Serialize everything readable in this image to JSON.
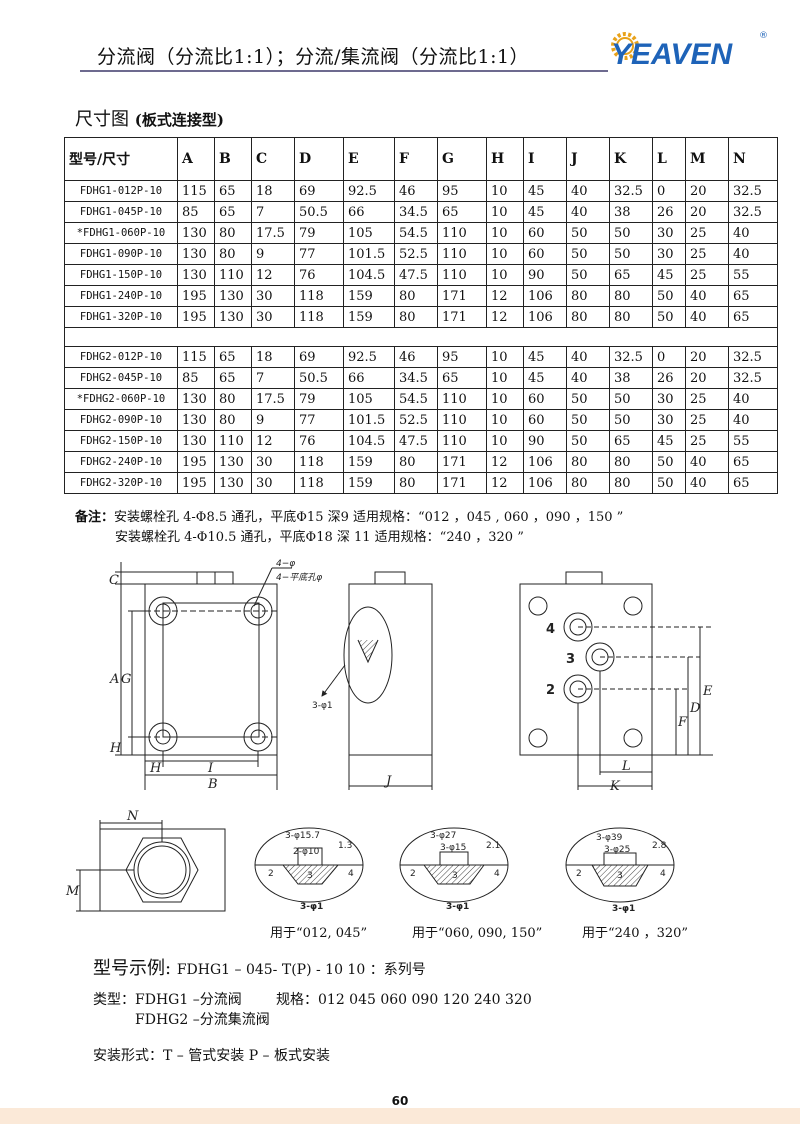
{
  "header": {
    "title": "分流阀（分流比1:1）；分流/集流阀（分流比1:1）",
    "logo_text": "YEAVEN",
    "logo_colors": {
      "text": "#1e63b8",
      "gear": "#e8a21a"
    }
  },
  "section": {
    "title": "尺寸图",
    "subtitle": "(板式连接型)"
  },
  "table": {
    "columns": [
      "型号/尺寸",
      "A",
      "B",
      "C",
      "D",
      "E",
      "F",
      "G",
      "H",
      "I",
      "J",
      "K",
      "L",
      "M",
      "N"
    ],
    "group1": [
      [
        "FDHG1-012P-10",
        "115",
        "65",
        "18",
        "69",
        "92.5",
        "46",
        "95",
        "10",
        "45",
        "40",
        "32.5",
        "0",
        "20",
        "32.5"
      ],
      [
        "FDHG1-045P-10",
        "85",
        "65",
        "7",
        "50.5",
        "66",
        "34.5",
        "65",
        "10",
        "45",
        "40",
        "38",
        "26",
        "20",
        "32.5"
      ],
      [
        "*FDHG1-060P-10",
        "130",
        "80",
        "17.5",
        "79",
        "105",
        "54.5",
        "110",
        "10",
        "60",
        "50",
        "50",
        "30",
        "25",
        "40"
      ],
      [
        "FDHG1-090P-10",
        "130",
        "80",
        "9",
        "77",
        "101.5",
        "52.5",
        "110",
        "10",
        "60",
        "50",
        "50",
        "30",
        "25",
        "40"
      ],
      [
        "FDHG1-150P-10",
        "130",
        "110",
        "12",
        "76",
        "104.5",
        "47.5",
        "110",
        "10",
        "90",
        "50",
        "65",
        "45",
        "25",
        "55"
      ],
      [
        "FDHG1-240P-10",
        "195",
        "130",
        "30",
        "118",
        "159",
        "80",
        "171",
        "12",
        "106",
        "80",
        "80",
        "50",
        "40",
        "65"
      ],
      [
        "FDHG1-320P-10",
        "195",
        "130",
        "30",
        "118",
        "159",
        "80",
        "171",
        "12",
        "106",
        "80",
        "80",
        "50",
        "40",
        "65"
      ]
    ],
    "group2": [
      [
        "FDHG2-012P-10",
        "115",
        "65",
        "18",
        "69",
        "92.5",
        "46",
        "95",
        "10",
        "45",
        "40",
        "32.5",
        "0",
        "20",
        "32.5"
      ],
      [
        "FDHG2-045P-10",
        "85",
        "65",
        "7",
        "50.5",
        "66",
        "34.5",
        "65",
        "10",
        "45",
        "40",
        "38",
        "26",
        "20",
        "32.5"
      ],
      [
        "*FDHG2-060P-10",
        "130",
        "80",
        "17.5",
        "79",
        "105",
        "54.5",
        "110",
        "10",
        "60",
        "50",
        "50",
        "30",
        "25",
        "40"
      ],
      [
        "FDHG2-090P-10",
        "130",
        "80",
        "9",
        "77",
        "101.5",
        "52.5",
        "110",
        "10",
        "60",
        "50",
        "50",
        "30",
        "25",
        "40"
      ],
      [
        "FDHG2-150P-10",
        "130",
        "110",
        "12",
        "76",
        "104.5",
        "47.5",
        "110",
        "10",
        "90",
        "50",
        "65",
        "45",
        "25",
        "55"
      ],
      [
        "FDHG2-240P-10",
        "195",
        "130",
        "30",
        "118",
        "159",
        "80",
        "171",
        "12",
        "106",
        "80",
        "80",
        "50",
        "40",
        "65"
      ],
      [
        "FDHG2-320P-10",
        "195",
        "130",
        "30",
        "118",
        "159",
        "80",
        "171",
        "12",
        "106",
        "80",
        "80",
        "50",
        "40",
        "65"
      ]
    ]
  },
  "notes": {
    "label": "备注：",
    "line1": "安装螺栓孔 4-Φ8.5 通孔，平底Φ15 深9  适用规格：“012 ，045 , 060 ，090 ，150 ”",
    "line2": "安装螺栓孔 4-Φ10.5 通孔，平底Φ18 深 11  适用规格：“240 ，320 ”"
  },
  "drawing": {
    "front": {
      "hole_label_1": "4−φ",
      "hole_label_2": "4−平底孔φ",
      "dims": [
        "C",
        "A",
        "G",
        "H",
        "H",
        "I",
        "B"
      ]
    },
    "side": {
      "port_label": "3-φ1",
      "dim": "J"
    },
    "top": {
      "ports": [
        "4",
        "3",
        "2"
      ],
      "dims": [
        "E",
        "D",
        "F",
        "L",
        "K"
      ]
    },
    "small": {
      "dims": [
        "N",
        "M"
      ]
    },
    "details": [
      {
        "caption": "用于“012, 045”",
        "top": "3-φ15.7",
        "mid": "2-φ10",
        "bot": "3-φ1",
        "depth": "1.3"
      },
      {
        "caption": "用于“060, 090, 150”",
        "top": "3-φ27",
        "mid": "3-φ15",
        "bot": "3-φ1",
        "depth": "2.1"
      },
      {
        "caption": "用于“240 ，320”",
        "top": "3-φ39",
        "mid": "3-φ25",
        "bot": "3-φ1",
        "depth": "2.8"
      }
    ],
    "port_nums": [
      "2",
      "3",
      "4"
    ]
  },
  "example": {
    "title": "型号示例:",
    "code": "FDHG1 – 045- T(P) - 10     10 ：系列号",
    "type_label": "类型：FDHG1 –分流阀",
    "type_label2": "FDHG2 –分流集流阀",
    "spec_label": "规格：012   045   060   090   120   240   320",
    "mount_label": "安装形式：T –  管式安装        P –  板式安装"
  },
  "page_number": "60"
}
